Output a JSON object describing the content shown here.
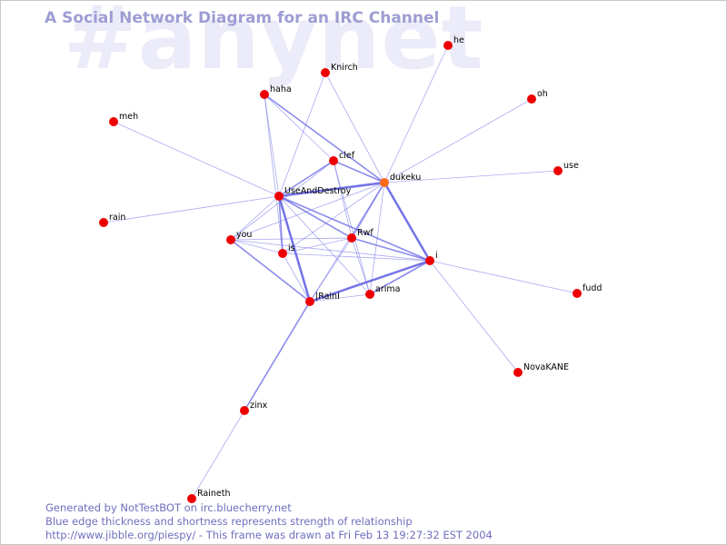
{
  "watermark": "#anynet",
  "title": "A Social Network Diagram for an IRC Channel",
  "footer": {
    "line1": "Generated by NotTestBOT on irc.bluecherry.net",
    "line2": "Blue edge thickness and shortness represents strength of relationship",
    "line3": "http://www.jibble.org/piespy/ - This frame was drawn at Fri Feb 13 19:27:32 EST 2004"
  },
  "colors": {
    "node": "#ee0000",
    "node_highlight": "#ff6a1a",
    "edge": "#6464e6",
    "title": "#9d9dd4",
    "footer": "#6e6ebe",
    "watermark": "#ebebf9"
  },
  "nodes": [
    {
      "id": "he",
      "label": "he"
    },
    {
      "id": "knirch",
      "label": "Knirch"
    },
    {
      "id": "haha",
      "label": "haha"
    },
    {
      "id": "oh",
      "label": "oh"
    },
    {
      "id": "meh",
      "label": "meh"
    },
    {
      "id": "clef",
      "label": "clef"
    },
    {
      "id": "use",
      "label": "use"
    },
    {
      "id": "dukeku",
      "label": "dukeku",
      "highlight": true
    },
    {
      "id": "useanddestroy",
      "label": "UseAndDestroy"
    },
    {
      "id": "rain",
      "label": "rain"
    },
    {
      "id": "you",
      "label": "you"
    },
    {
      "id": "rwf",
      "label": "Rwf"
    },
    {
      "id": "is",
      "label": "is"
    },
    {
      "id": "i",
      "label": "i"
    },
    {
      "id": "fudd",
      "label": "fudd"
    },
    {
      "id": "rainl",
      "label": "|RainI"
    },
    {
      "id": "arima",
      "label": "arima"
    },
    {
      "id": "novakane",
      "label": "NovaKANE"
    },
    {
      "id": "zinx",
      "label": "zinx"
    },
    {
      "id": "raineth",
      "label": "Raineth"
    }
  ],
  "edges": [
    {
      "a": "dukeku",
      "b": "he",
      "w": 1
    },
    {
      "a": "dukeku",
      "b": "oh",
      "w": 1
    },
    {
      "a": "dukeku",
      "b": "use",
      "w": 1
    },
    {
      "a": "dukeku",
      "b": "knirch",
      "w": 1
    },
    {
      "a": "dukeku",
      "b": "haha",
      "w": 2
    },
    {
      "a": "dukeku",
      "b": "clef",
      "w": 2
    },
    {
      "a": "dukeku",
      "b": "useanddestroy",
      "w": 3
    },
    {
      "a": "dukeku",
      "b": "rwf",
      "w": 2
    },
    {
      "a": "dukeku",
      "b": "i",
      "w": 3
    },
    {
      "a": "dukeku",
      "b": "is",
      "w": 1
    },
    {
      "a": "dukeku",
      "b": "you",
      "w": 1
    },
    {
      "a": "dukeku",
      "b": "arima",
      "w": 1
    },
    {
      "a": "dukeku",
      "b": "rainl",
      "w": 1
    },
    {
      "a": "useanddestroy",
      "b": "meh",
      "w": 1
    },
    {
      "a": "useanddestroy",
      "b": "rain",
      "w": 1
    },
    {
      "a": "useanddestroy",
      "b": "knirch",
      "w": 1
    },
    {
      "a": "useanddestroy",
      "b": "haha",
      "w": 1
    },
    {
      "a": "useanddestroy",
      "b": "clef",
      "w": 2
    },
    {
      "a": "useanddestroy",
      "b": "rwf",
      "w": 2
    },
    {
      "a": "useanddestroy",
      "b": "i",
      "w": 2
    },
    {
      "a": "useanddestroy",
      "b": "rainl",
      "w": 3
    },
    {
      "a": "useanddestroy",
      "b": "is",
      "w": 2
    },
    {
      "a": "useanddestroy",
      "b": "you",
      "w": 1
    },
    {
      "a": "useanddestroy",
      "b": "arima",
      "w": 1
    },
    {
      "a": "haha",
      "b": "clef",
      "w": 1
    },
    {
      "a": "haha",
      "b": "is",
      "w": 1
    },
    {
      "a": "clef",
      "b": "arima",
      "w": 1
    },
    {
      "a": "clef",
      "b": "you",
      "w": 1
    },
    {
      "a": "clef",
      "b": "rwf",
      "w": 1
    },
    {
      "a": "rwf",
      "b": "you",
      "w": 1
    },
    {
      "a": "rwf",
      "b": "is",
      "w": 1
    },
    {
      "a": "rwf",
      "b": "rainl",
      "w": 1
    },
    {
      "a": "rwf",
      "b": "i",
      "w": 2
    },
    {
      "a": "rwf",
      "b": "arima",
      "w": 1
    },
    {
      "a": "you",
      "b": "i",
      "w": 1
    },
    {
      "a": "you",
      "b": "rainl",
      "w": 2
    },
    {
      "a": "you",
      "b": "is",
      "w": 1
    },
    {
      "a": "is",
      "b": "i",
      "w": 1
    },
    {
      "a": "is",
      "b": "rainl",
      "w": 1
    },
    {
      "a": "i",
      "b": "rainl",
      "w": 3
    },
    {
      "a": "i",
      "b": "arima",
      "w": 2
    },
    {
      "a": "i",
      "b": "fudd",
      "w": 1
    },
    {
      "a": "i",
      "b": "novakane",
      "w": 1
    },
    {
      "a": "rainl",
      "b": "arima",
      "w": 1
    },
    {
      "a": "rainl",
      "b": "zinx",
      "w": 2
    },
    {
      "a": "zinx",
      "b": "raineth",
      "w": 1
    }
  ]
}
